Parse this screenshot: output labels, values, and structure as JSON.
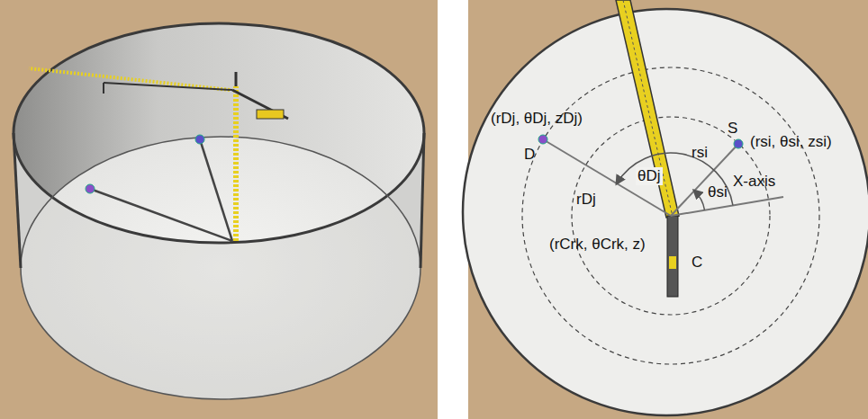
{
  "diagram": {
    "labels": [
      "(rDj, θDj, zDj)",
      "D",
      "S",
      "(rsi, θsi, zsi)",
      "rsi",
      "θDj",
      "θsi",
      "X-axis",
      "rDj",
      "(rCrk, θCrk, z)",
      "C"
    ]
  }
}
